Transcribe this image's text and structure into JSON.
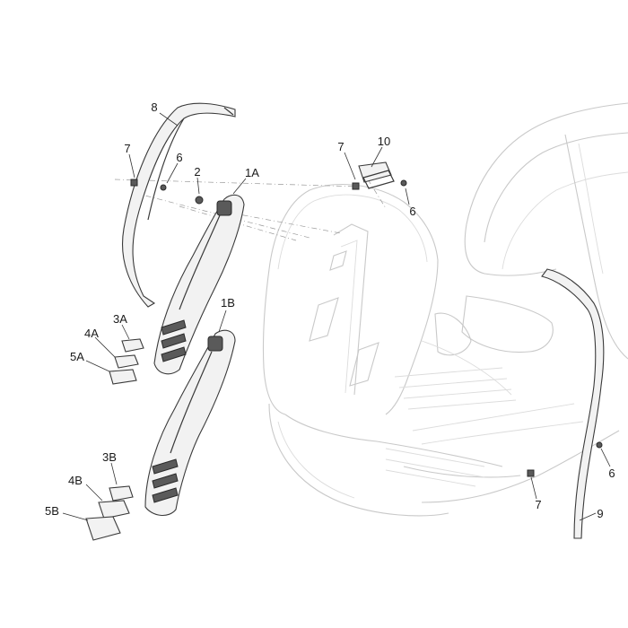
{
  "diagram": {
    "callouts": [
      {
        "id": "c8",
        "text": "8"
      },
      {
        "id": "c7a",
        "text": "7"
      },
      {
        "id": "c6a",
        "text": "6"
      },
      {
        "id": "c2",
        "text": "2"
      },
      {
        "id": "c1a",
        "text": "1A"
      },
      {
        "id": "c7b",
        "text": "7"
      },
      {
        "id": "c10",
        "text": "10"
      },
      {
        "id": "c6b",
        "text": "6"
      },
      {
        "id": "c1b",
        "text": "1B"
      },
      {
        "id": "c3a",
        "text": "3A"
      },
      {
        "id": "c4a",
        "text": "4A"
      },
      {
        "id": "c5a",
        "text": "5A"
      },
      {
        "id": "c3b",
        "text": "3B"
      },
      {
        "id": "c4b",
        "text": "4B"
      },
      {
        "id": "c5b",
        "text": "5B"
      },
      {
        "id": "c6c",
        "text": "6"
      },
      {
        "id": "c7c",
        "text": "7"
      },
      {
        "id": "c9",
        "text": "9"
      }
    ]
  },
  "colors": {
    "background": "#ffffff",
    "ghost_outline": "#c9c9c9",
    "part_outline": "#3a3a3a",
    "label": "#1a1a1a"
  }
}
